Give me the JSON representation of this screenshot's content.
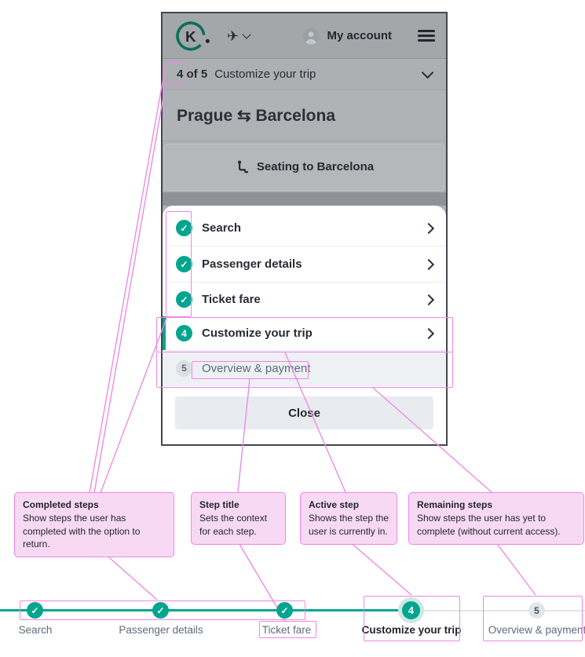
{
  "colors": {
    "accent_teal": "#00a58e",
    "annotation_pink": "#ef85e8",
    "callout_bg": "#f8d9f4",
    "overlay_gray": "#aeb1b4"
  },
  "phone": {
    "header": {
      "logo_letter": "K",
      "airplane_glyph": "✈",
      "my_account_label": "My account"
    },
    "progress": {
      "count": "4 of 5",
      "title": "Customize your trip"
    },
    "route_title": "Prague ⇆ Barcelona",
    "seating_label": "Seating to Barcelona",
    "steps": [
      {
        "label": "Search",
        "status": "completed",
        "marker": "✓"
      },
      {
        "label": "Passenger details",
        "status": "completed",
        "marker": "✓"
      },
      {
        "label": "Ticket fare",
        "status": "completed",
        "marker": "✓"
      },
      {
        "label": "Customize your trip",
        "status": "active",
        "marker": "4"
      },
      {
        "label": "Overview & payment",
        "status": "remaining",
        "marker": "5"
      }
    ],
    "close_label": "Close"
  },
  "callouts": [
    {
      "title": "Completed steps",
      "body": "Show steps the user has completed with the option to return."
    },
    {
      "title": "Step title",
      "body": "Sets the context for each step."
    },
    {
      "title": "Active step",
      "body": "Shows the step the user is currently in."
    },
    {
      "title": "Remaining steps",
      "body": "Show steps the user has yet to complete (without current access)."
    }
  ],
  "horizontal_stepper": {
    "steps": [
      {
        "label": "Search",
        "status": "completed",
        "marker": "✓"
      },
      {
        "label": "Passenger details",
        "status": "completed",
        "marker": "✓"
      },
      {
        "label": "Ticket fare",
        "status": "completed",
        "marker": "✓"
      },
      {
        "label": "Customize your trip",
        "status": "active",
        "marker": "4"
      },
      {
        "label": "Overview & payment",
        "status": "remaining",
        "marker": "5"
      }
    ]
  }
}
